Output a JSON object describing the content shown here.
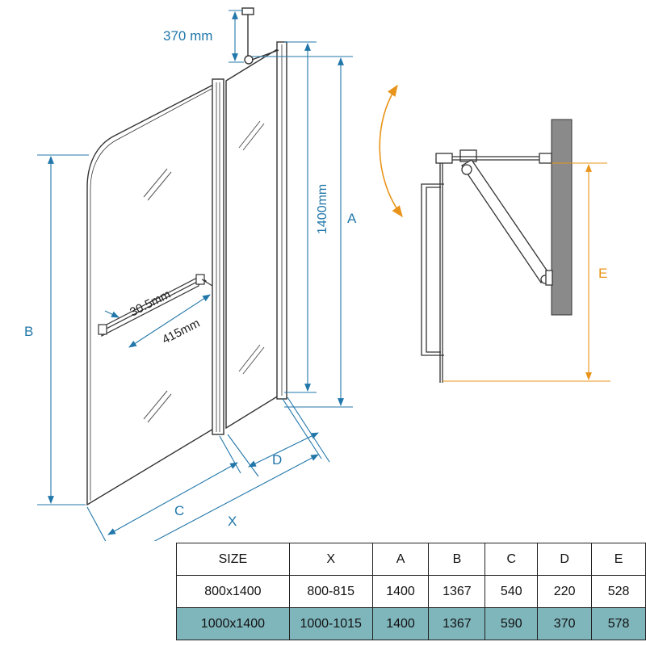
{
  "labels": {
    "hinge_height": "370 mm",
    "height_1400": "1400mm",
    "towel_depth": "30.5mm",
    "towel_length": "415mm",
    "A": "A",
    "B": "B",
    "C": "C",
    "D": "D",
    "X": "X",
    "E": "E"
  },
  "colors": {
    "dimension": "#2277aa",
    "swing": "#e8941a",
    "wall": "#8a8a8a",
    "outline": "#333333",
    "table_highlight": "#7fb6bc"
  },
  "table": {
    "headers": [
      "SIZE",
      "X",
      "A",
      "B",
      "C",
      "D",
      "E"
    ],
    "rows": [
      [
        "800x1400",
        "800-815",
        "1400",
        "1367",
        "540",
        "220",
        "528"
      ],
      [
        "1000x1400",
        "1000-1015",
        "1400",
        "1367",
        "590",
        "370",
        "578"
      ]
    ],
    "highlight_row": 1
  }
}
